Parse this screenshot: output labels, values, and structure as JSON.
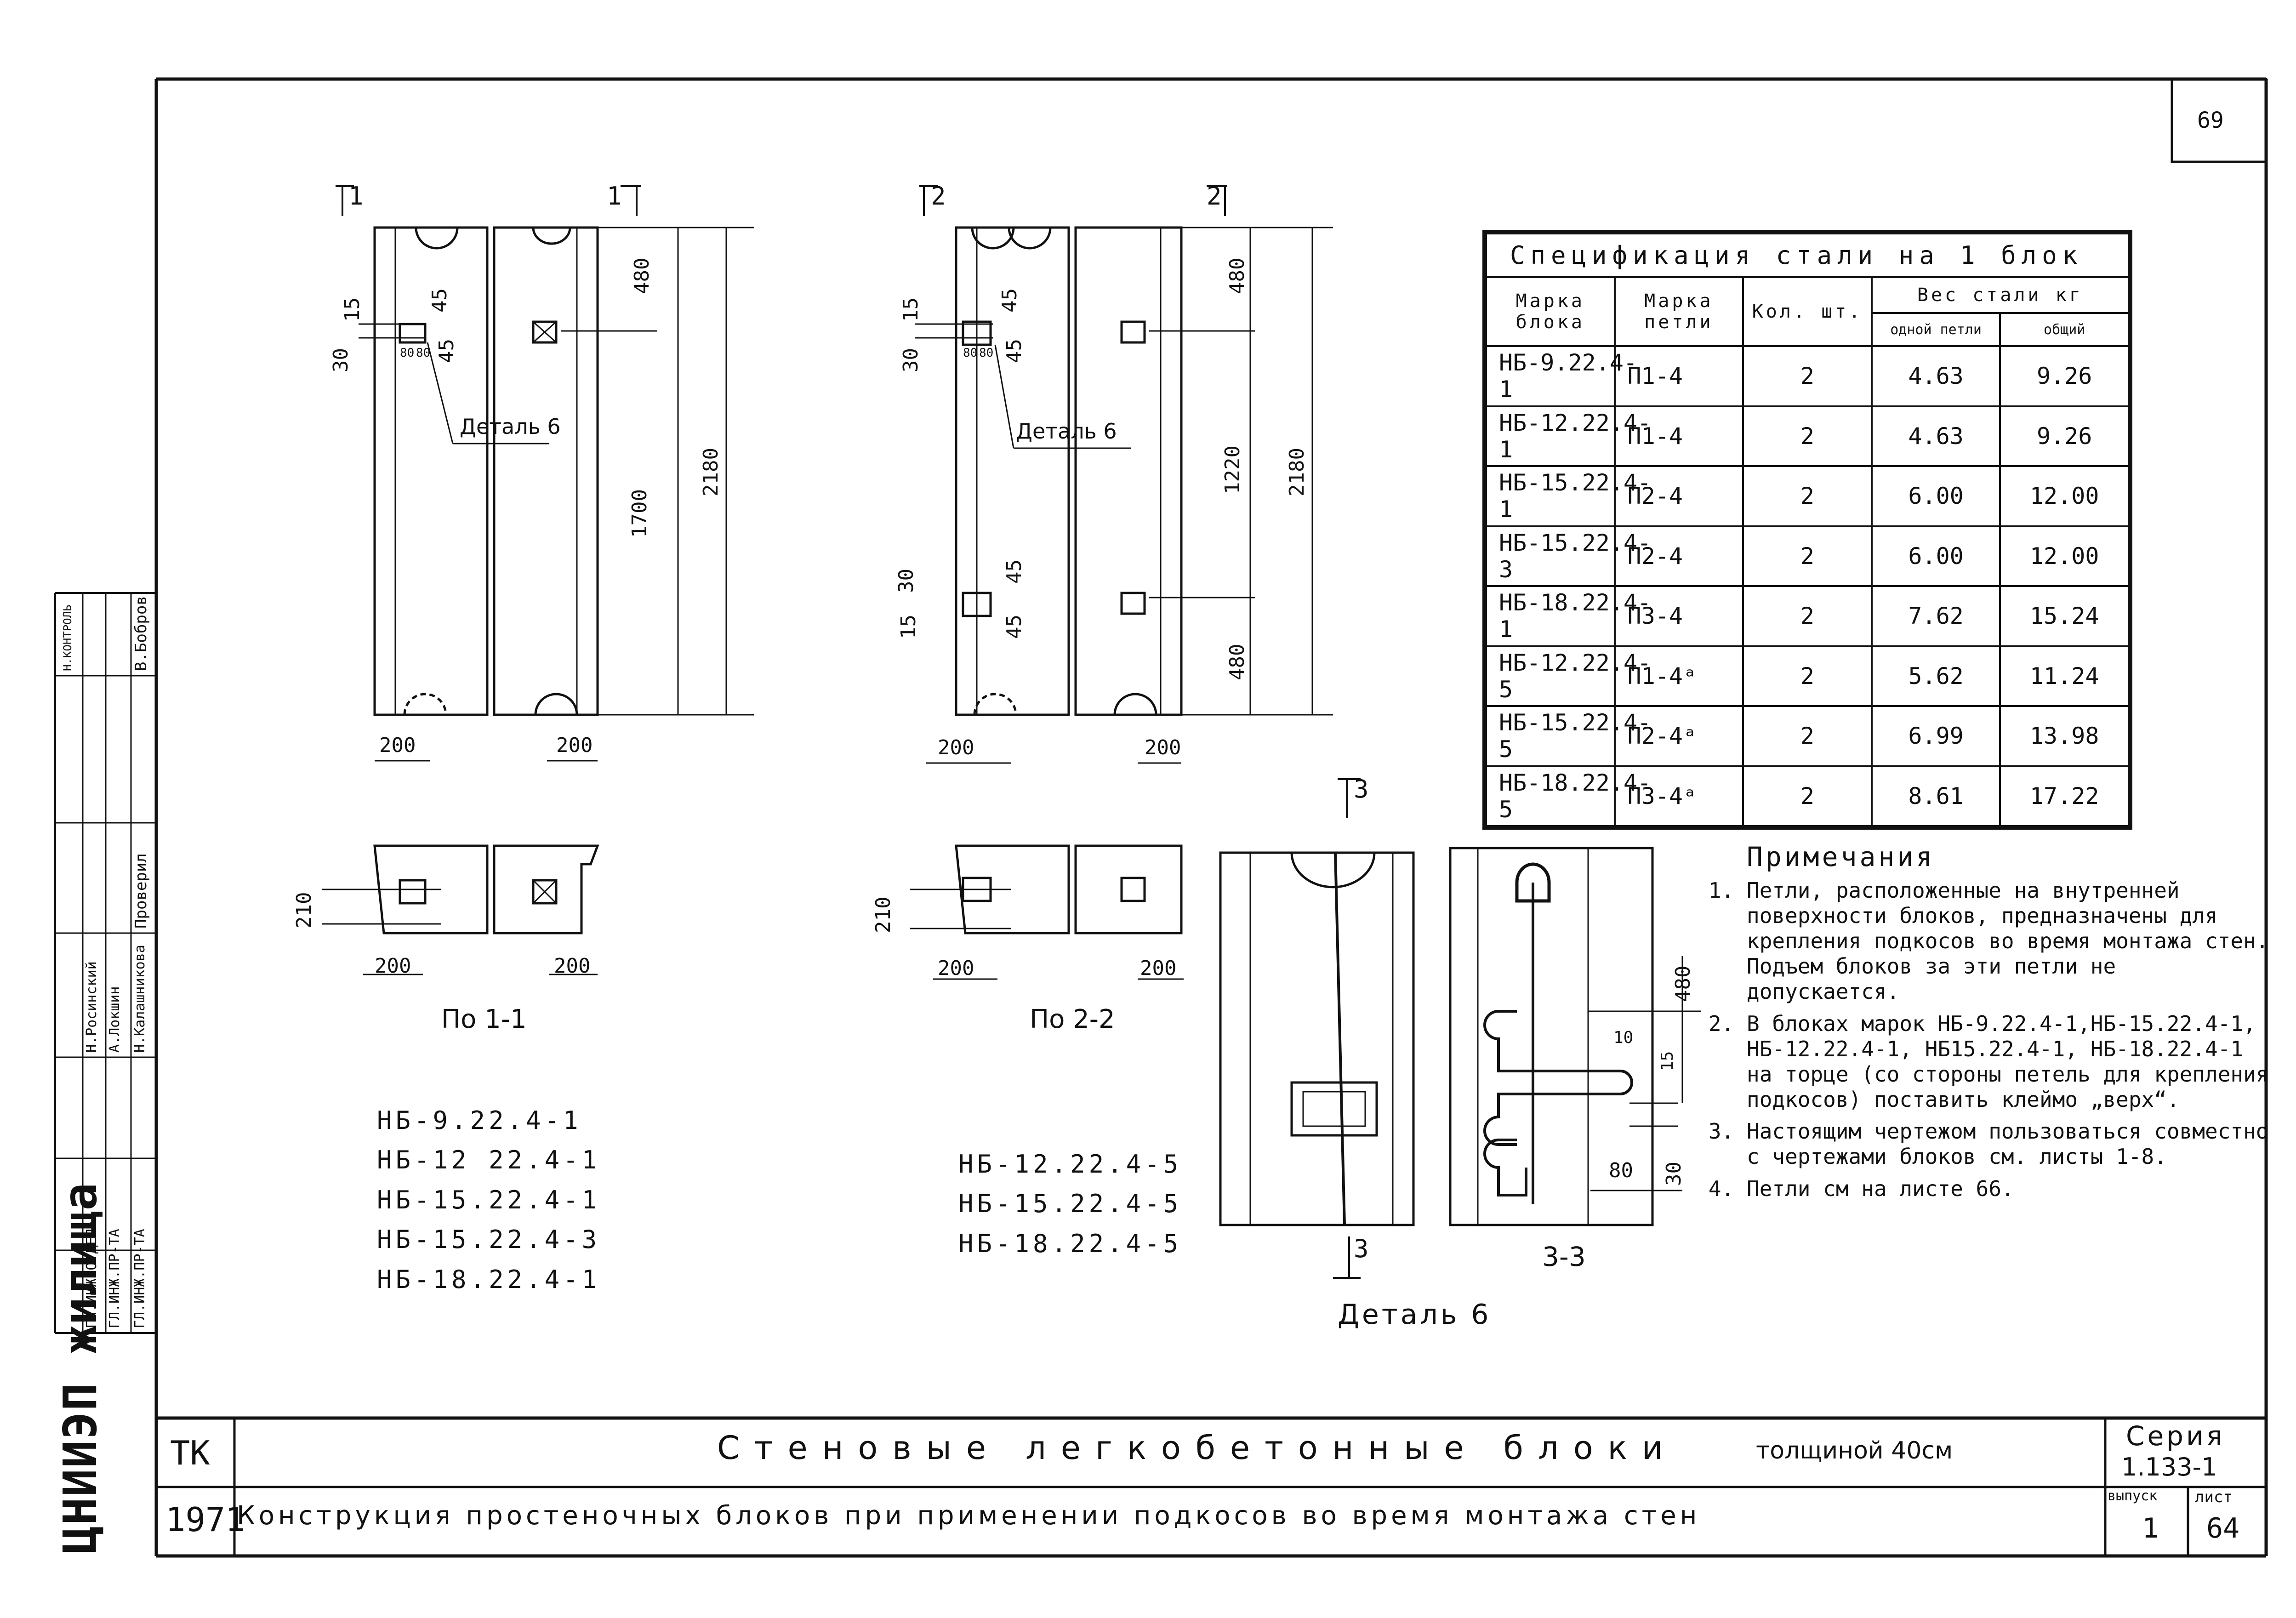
{
  "sheet_number_top": "69",
  "spec_table": {
    "caption": "Спецификация стали на 1 блок",
    "headers": {
      "block_mark": "Марка блока",
      "loop_mark": "Марка петли",
      "qty": "Кол. шт.",
      "weight": "Вес стали кг",
      "weight_one": "одной петли",
      "weight_total": "общий"
    },
    "rows": [
      {
        "block": "НБ-9.22.4-1",
        "loop": "П1-4",
        "qty": "2",
        "one": "4.63",
        "total": "9.26"
      },
      {
        "block": "НБ-12.22.4-1",
        "loop": "П1-4",
        "qty": "2",
        "one": "4.63",
        "total": "9.26"
      },
      {
        "block": "НБ-15.22.4-1",
        "loop": "П2-4",
        "qty": "2",
        "one": "6.00",
        "total": "12.00"
      },
      {
        "block": "НБ-15.22.4-3",
        "loop": "П2-4",
        "qty": "2",
        "one": "6.00",
        "total": "12.00"
      },
      {
        "block": "НБ-18.22.4-1",
        "loop": "П3-4",
        "qty": "2",
        "one": "7.62",
        "total": "15.24"
      },
      {
        "block": "НБ-12.22.4-5",
        "loop": "П1-4ᵃ",
        "qty": "2",
        "one": "5.62",
        "total": "11.24"
      },
      {
        "block": "НБ-15.22.4-5",
        "loop": "П2-4ᵃ",
        "qty": "2",
        "one": "6.99",
        "total": "13.98"
      },
      {
        "block": "НБ-18.22.4-5",
        "loop": "П3-4ᵃ",
        "qty": "2",
        "one": "8.61",
        "total": "17.22"
      }
    ]
  },
  "notes": {
    "heading": "Примечания",
    "items": [
      "Петли, расположенные на внутренней поверхности блоков, предназначены для крепления подкосов во время монтажа стен. Подъем блоков за эти петли не допускается.",
      "В блоках марок НБ-9.22.4-1,НБ-15.22.4-1, НБ-12.22.4-1, НБ15.22.4-1, НБ-18.22.4-1 на торце (со стороны петель для крепления подкосов) поставить клеймо „верх“.",
      "Настоящим чертежом пользоваться совместно с чертежами блоков см. листы 1-8.",
      "Петли см на листе 66."
    ]
  },
  "drawing1": {
    "section_marks": [
      "1",
      "1"
    ],
    "dims": {
      "d15": "15",
      "d30": "30",
      "d45a": "45",
      "d45b": "45",
      "d80a": "80",
      "d80b": "80",
      "d480": "480",
      "d1700": "1700",
      "d2180": "2180",
      "d200a": "200",
      "d200b": "200"
    },
    "detail_label": "Деталь 6",
    "plan_dims": {
      "d210": "210",
      "d200a": "200",
      "d200b": "200"
    },
    "plan_caption": "По 1-1",
    "marks": [
      "НБ-9.22.4-1",
      "НБ-12 22.4-1",
      "НБ-15.22.4-1",
      "НБ-15.22.4-3",
      "НБ-18.22.4-1"
    ]
  },
  "drawing2": {
    "section_marks": [
      "2",
      "2"
    ],
    "dims": {
      "d15": "15",
      "d30": "30",
      "d45a": "45",
      "d45b": "45",
      "d80a": "80",
      "d80b": "80",
      "d15b": "15",
      "d30b": "30",
      "d45c": "45",
      "d45d": "45",
      "d480a": "480",
      "d1220": "1220",
      "d480b": "480",
      "d2180": "2180",
      "d200a": "200",
      "d200b": "200"
    },
    "detail_label": "Деталь 6",
    "plan_dims": {
      "d210": "210",
      "d200a": "200",
      "d200b": "200"
    },
    "plan_caption": "По 2-2",
    "marks": [
      "НБ-12.22.4-5",
      "НБ-15.22.4-5",
      "НБ-18.22.4-5"
    ]
  },
  "detail6": {
    "section_marks": [
      "3",
      "3"
    ],
    "dims": {
      "d480": "480",
      "d10": "10",
      "d15": "15",
      "d80": "80",
      "d30": "30"
    },
    "section_caption": "3-3",
    "caption": "Деталь 6"
  },
  "left_stamp": {
    "org": "ЦНИИЭП жилища",
    "rows": [
      {
        "role": "ГЛ.ИНЖ.ОТДЕЛА",
        "name": "Н.Росинский"
      },
      {
        "role": "ГЛ.ИНЖ.ПР-ТА",
        "name": "А.Локшин"
      },
      {
        "role": "ГЛ.ИНЖ.ПР-ТА",
        "name": "Н.Калашникова"
      }
    ],
    "checked_label": "Проверил",
    "checked_name": "В.Бобров",
    "top_label": "Н.КОНТРОЛЬ"
  },
  "title_block": {
    "code": "ТК",
    "year": "1971",
    "title": "Стеновые легкобетонные блоки",
    "thickness": "толщиной 40см",
    "subtitle": "Конструкция простеночных блоков при применении подкосов во время монтажа стен",
    "series_label": "Серия",
    "series_value": "1.133-1",
    "issue_label": "выпуск",
    "issue_value": "1",
    "sheet_label": "лист",
    "sheet_value": "64"
  }
}
